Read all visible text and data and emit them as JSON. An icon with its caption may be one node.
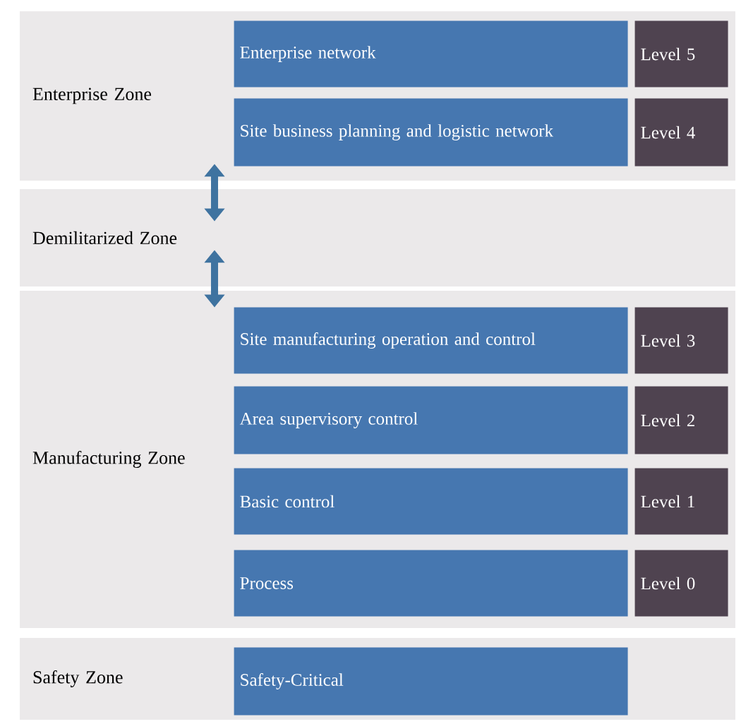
{
  "diagram": {
    "nodes": [
      {
        "text": [
          "Enterprise Zone"
        ]
      },
      {
        "text": [
          "Enterprise network"
        ],
        "in": 0
      },
      {
        "text": [
          "Level 5"
        ],
        "in": 0
      },
      {
        "text": [
          "Site business planning and logistic network"
        ],
        "in": 0
      },
      {
        "text": [
          "Level 4"
        ],
        "in": 0
      },
      {
        "text": [
          "Demilitarized Zone"
        ]
      },
      {
        "text": [
          "Manufacturing Zone"
        ]
      },
      {
        "text": [
          "Site manufacturing operation and control"
        ],
        "in": 6
      },
      {
        "text": [
          "Level 3"
        ],
        "in": 6
      },
      {
        "text": [
          "Area supervisory control"
        ],
        "in": 6
      },
      {
        "text": [
          "Level 2"
        ],
        "in": 6
      },
      {
        "text": [
          "Basic control"
        ],
        "in": 6
      },
      {
        "text": [
          "Level 1"
        ],
        "in": 6
      },
      {
        "text": [
          "Process"
        ],
        "in": 6
      },
      {
        "text": [
          "Level 0"
        ],
        "in": 6
      },
      {
        "text": [
          "Safety Zone"
        ]
      },
      {
        "text": [
          "Safety-Critical"
        ],
        "in": 15
      }
    ],
    "edges": [
      {
        "from": 0,
        "to": 5,
        "arrow": "both"
      },
      {
        "from": 5,
        "to": 6,
        "arrow": "both"
      }
    ]
  }
}
